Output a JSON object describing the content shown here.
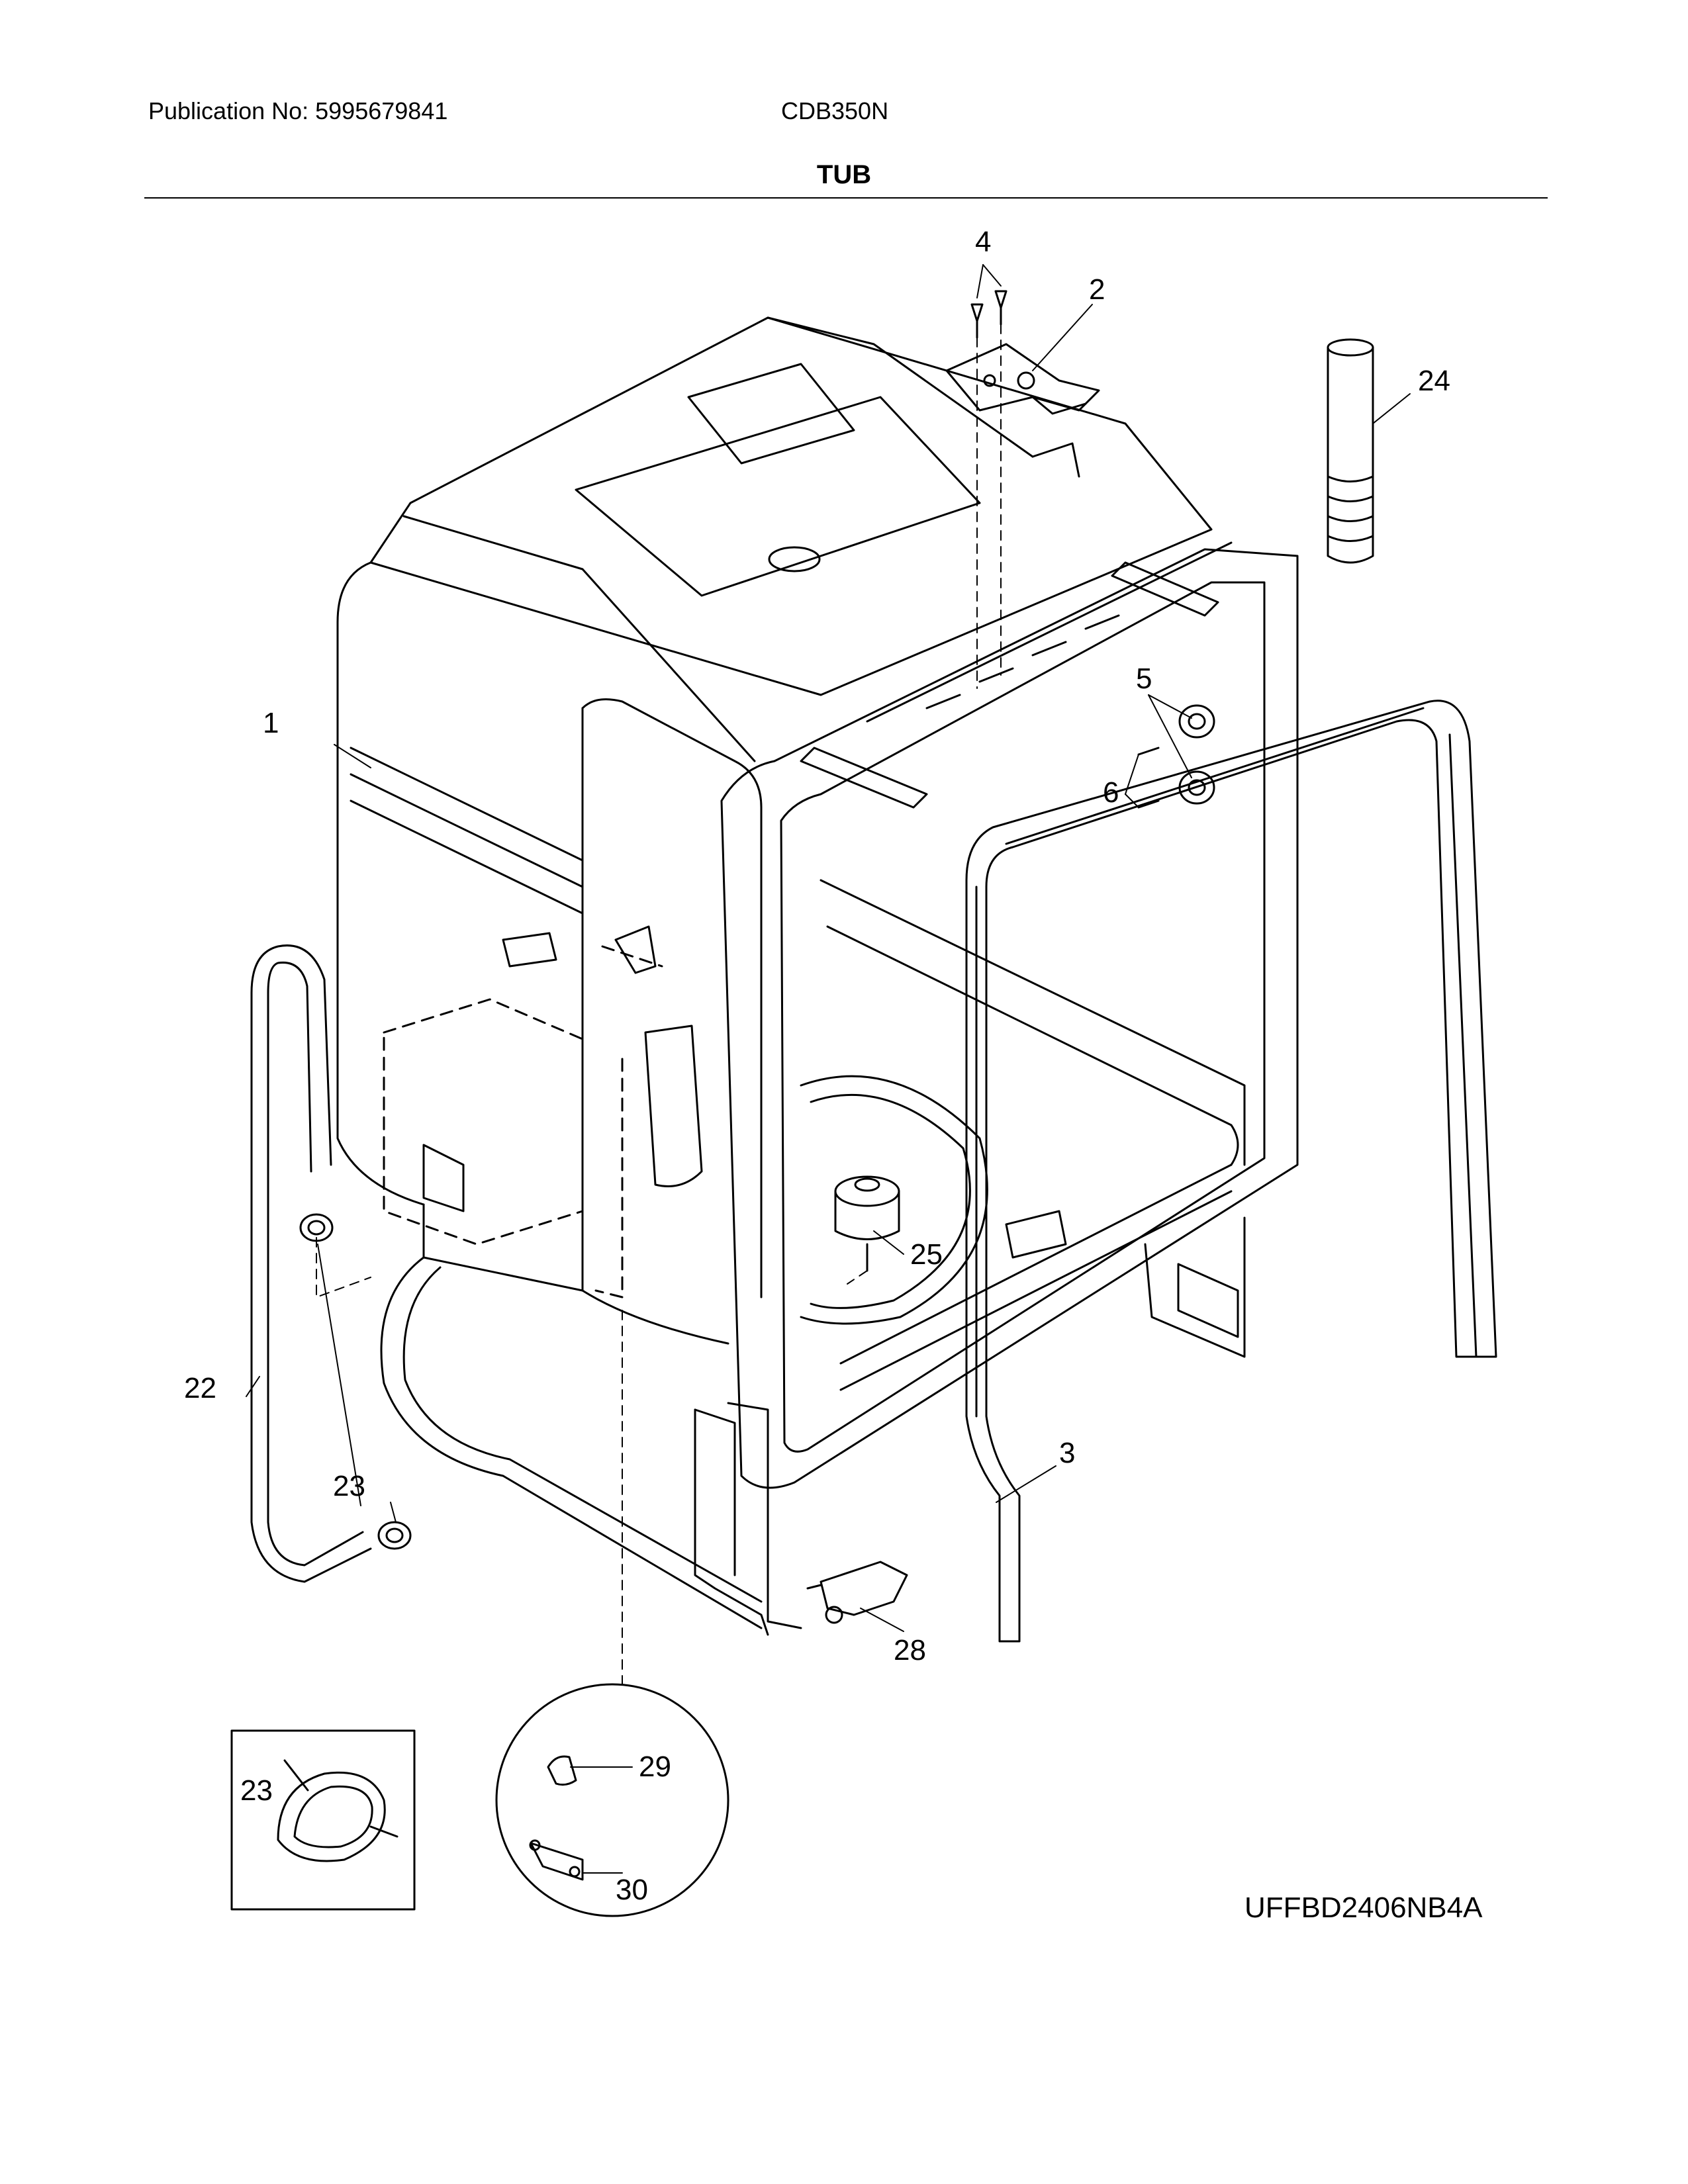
{
  "header": {
    "publication": "Publication No: 5995679841",
    "model": "CDB350N"
  },
  "page_title": "TUB",
  "callouts": {
    "c1": "1",
    "c2": "2",
    "c3": "3",
    "c4": "4",
    "c5": "5",
    "c6": "6",
    "c22": "22",
    "c23a": "23",
    "c23b": "23",
    "c24": "24",
    "c25": "25",
    "c28": "28",
    "c29": "29",
    "c30": "30"
  },
  "drawing_id": "UFFBD2406NB4A"
}
